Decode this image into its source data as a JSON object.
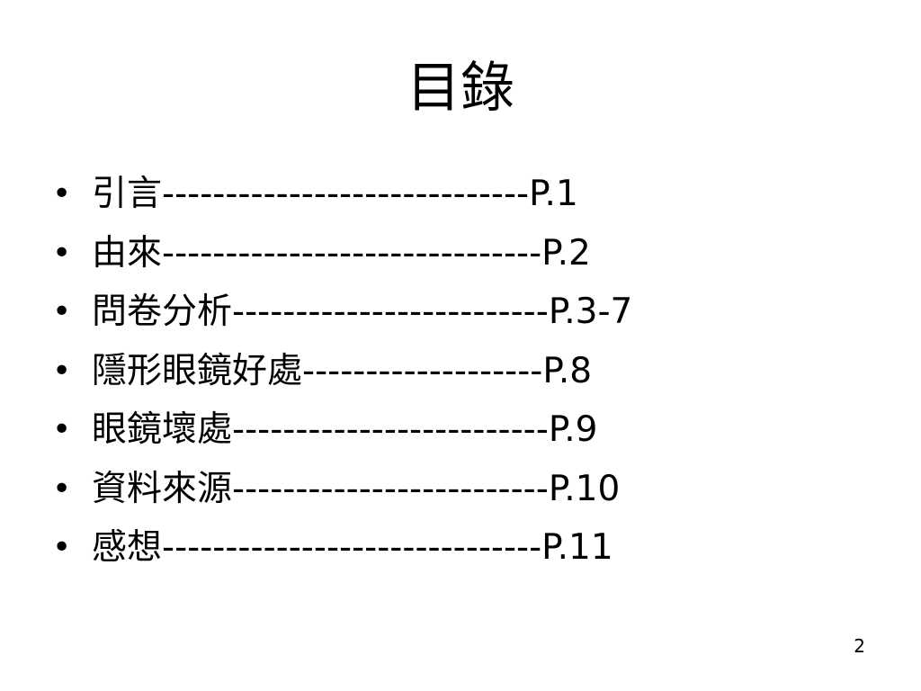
{
  "slide": {
    "title": "目錄",
    "bullet_symbol": "•",
    "items": [
      {
        "text": "引言-----------------------------P.1"
      },
      {
        "text": "由來------------------------------P.2"
      },
      {
        "text": "問卷分析-------------------------P.3-7"
      },
      {
        "text": "隱形眼鏡好處-------------------P.8"
      },
      {
        "text": "眼鏡壞處-------------------------P.9"
      },
      {
        "text": "資料來源-------------------------P.10"
      },
      {
        "text": "感想------------------------------P.11"
      }
    ],
    "page_number": "2"
  }
}
